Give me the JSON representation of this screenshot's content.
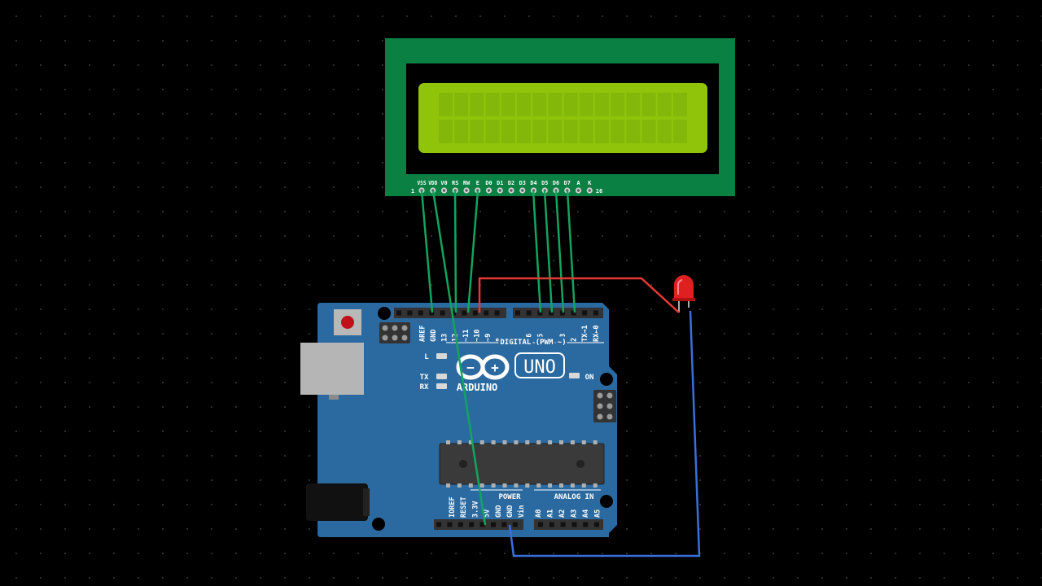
{
  "lcd": {
    "pin_labels": [
      "VSS",
      "VDD",
      "V0",
      "RS",
      "RW",
      "E",
      "D0",
      "D1",
      "D2",
      "D3",
      "D4",
      "D5",
      "D6",
      "D7",
      "A",
      "K"
    ],
    "first_pin_number": "1",
    "last_pin_number": "16",
    "columns": 16,
    "rows": 2,
    "colors": {
      "pcb": "#0a8043",
      "bezel": "#000000",
      "screen": "#8fc40a",
      "cell": "#83b80a"
    }
  },
  "arduino": {
    "brand": "ARDUINO",
    "model": "UNO",
    "digital_header_title": "DIGITAL (PWM ~)",
    "top_labels_left": [
      "AREF",
      "GND",
      "13",
      "12",
      "~11",
      "~10",
      "~9",
      "8"
    ],
    "top_labels_right": [
      "7",
      "~6",
      "~5",
      "4",
      "~3",
      "2",
      "TX→1",
      "RX←0"
    ],
    "led_l": "L",
    "led_tx": "TX",
    "led_rx": "RX",
    "led_on": "ON",
    "power_title": "POWER",
    "analog_title": "ANALOG IN",
    "power_labels": [
      "IOREF",
      "RESET",
      "3.3V",
      "5V",
      "GND",
      "GND",
      "Vin"
    ],
    "analog_labels": [
      "A0",
      "A1",
      "A2",
      "A3",
      "A4",
      "A5"
    ],
    "colors": {
      "board": "#2b6aa0",
      "header": "#3a3a3a",
      "chip": "#3a3a3a",
      "usb": "#b5b5b5"
    }
  },
  "led": {
    "color": "#e02020"
  },
  "wire_colors": {
    "lcd_signal": "#12a55e",
    "led_anode": "#e53935",
    "ground": "#3a6fdc"
  }
}
